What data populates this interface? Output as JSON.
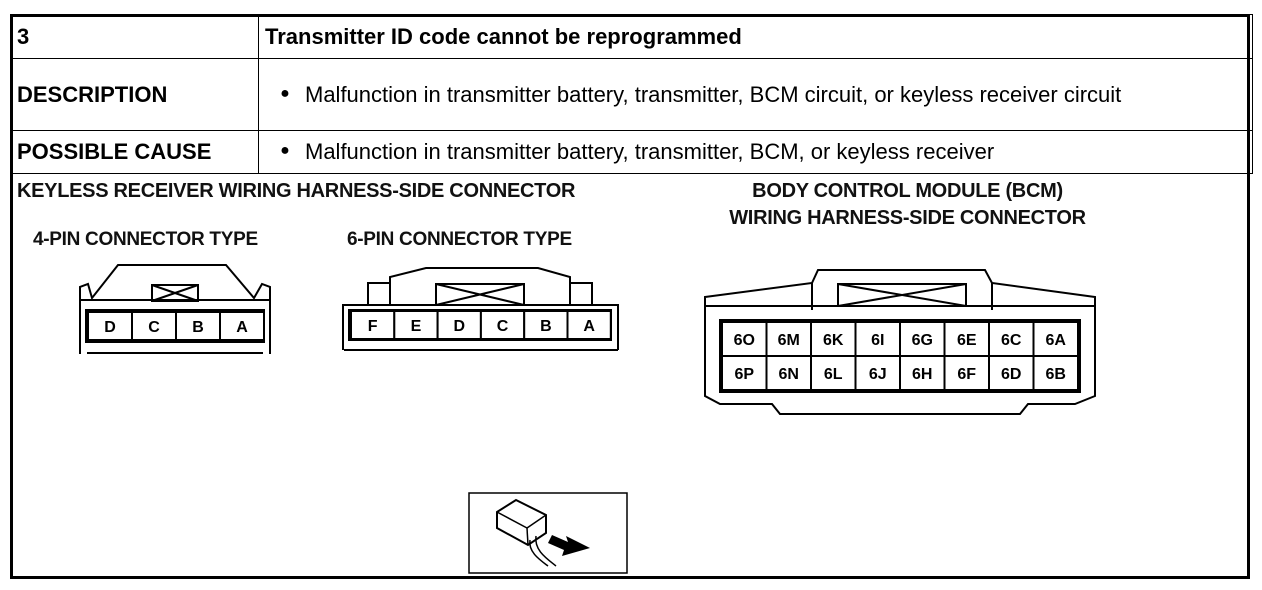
{
  "header": {
    "number": "3",
    "title": "Transmitter ID code cannot be reprogrammed"
  },
  "description": {
    "label": "DESCRIPTION",
    "bullet": "Malfunction in transmitter battery, transmitter, BCM circuit, or keyless receiver circuit"
  },
  "possible_cause": {
    "label": "POSSIBLE CAUSE",
    "bullet": "Malfunction in transmitter battery, transmitter, BCM, or keyless receiver"
  },
  "diagram": {
    "keyless_title": "KEYLESS RECEIVER WIRING HARNESS-SIDE CONNECTOR",
    "bcm_title_line1": "BODY CONTROL MODULE (BCM)",
    "bcm_title_line2": "WIRING HARNESS-SIDE CONNECTOR",
    "four_pin_label": "4-PIN CONNECTOR TYPE",
    "six_pin_label": "6-PIN CONNECTOR TYPE",
    "four_pins": [
      "D",
      "C",
      "B",
      "A"
    ],
    "six_pins": [
      "F",
      "E",
      "D",
      "C",
      "B",
      "A"
    ],
    "bcm_row1": [
      "6O",
      "6M",
      "6K",
      "6I",
      "6G",
      "6E",
      "6C",
      "6A"
    ],
    "bcm_row2": [
      "6P",
      "6N",
      "6L",
      "6J",
      "6H",
      "6F",
      "6D",
      "6B"
    ]
  }
}
